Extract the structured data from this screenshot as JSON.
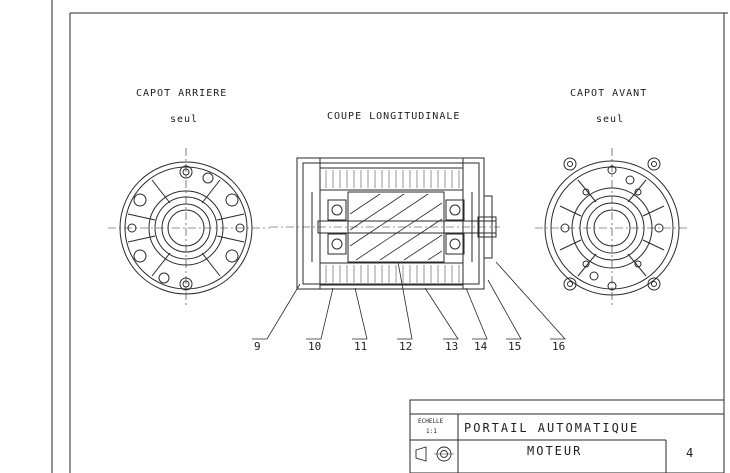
{
  "views": {
    "rear_cover_title": "CAPOT ARRIERE",
    "rear_cover_sub": "seul",
    "section_title": "COUPE LONGITUDINALE",
    "front_cover_title": "CAPOT AVANT",
    "front_cover_sub": "seul"
  },
  "callouts": [
    "9",
    "10",
    "11",
    "12",
    "13",
    "14",
    "15",
    "16"
  ],
  "title_block": {
    "scale_label": "ECHELLE",
    "scale_value": "1:1",
    "title_line1": "PORTAIL AUTOMATIQUE",
    "title_line2": "MOTEUR",
    "sheet_number": "4"
  },
  "colors": {
    "ink": "#2a2a2a",
    "paper": "#ffffff"
  }
}
